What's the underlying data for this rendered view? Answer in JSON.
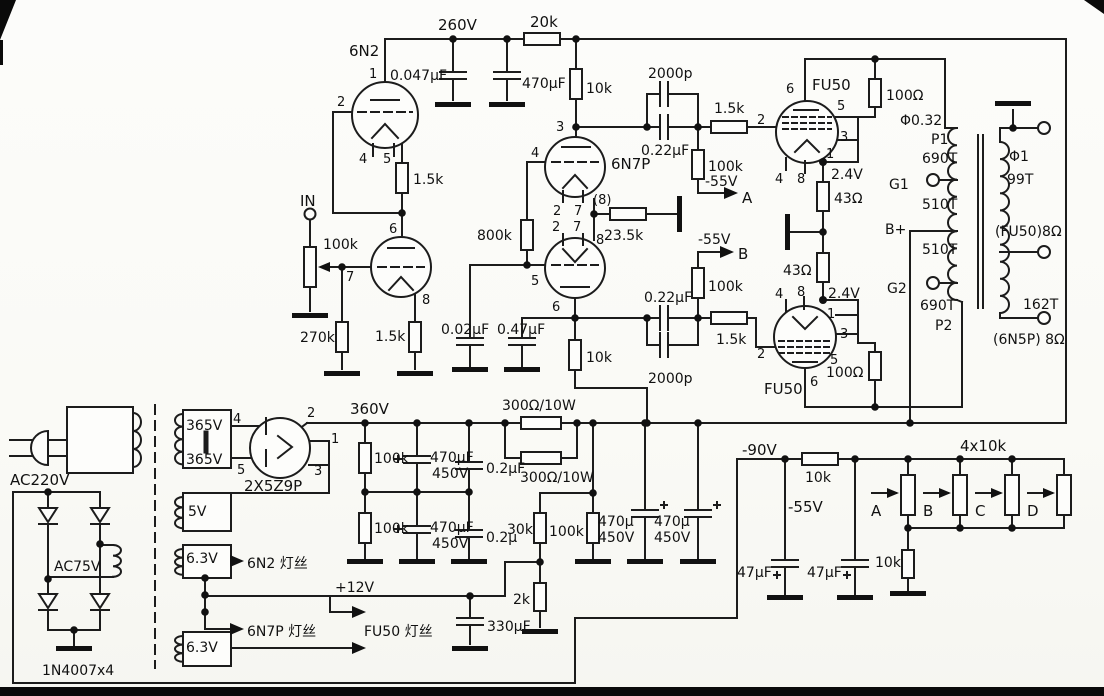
{
  "colors": {
    "ink": "#1c1c1c",
    "paper": "#fbfbf7"
  },
  "labels": {
    "amp": {
      "tube1": "6N2",
      "pin1": "1",
      "pin2": "2",
      "pin4": "4",
      "pin5": "5",
      "pin6": "6",
      "pin7": "7",
      "pin8": "8",
      "c_plate": "0.047μF",
      "v_rail": "260V",
      "r_rail": "20k",
      "c_filter": "470μF",
      "rk1": "1.5k",
      "rk2": "1.5k",
      "input": "IN",
      "pot": "100k",
      "r_grid": "270k",
      "r_plate2": "10k",
      "tube2": "6N7P",
      "t2_pin3": "3",
      "t2_pin4": "4",
      "t2_pin2a": "2",
      "t2_pin7a": "7",
      "t2_pin8a": "(8)",
      "t2_pin2b": "2",
      "t2_pin7b": "7",
      "t2_pin8b": "8",
      "t2_pin5": "5",
      "t2_pin6": "6",
      "rk_shared": "23.5k",
      "r_fb": "800k",
      "c1": "0.02μF",
      "c2": "0.47μF",
      "r_plate3": "10k",
      "cp1": "2000p",
      "cc1": "0.22μF",
      "rg1": "1.5k",
      "rb1": "100k",
      "bias1": "-55V",
      "pa": "A",
      "cp2": "2000p",
      "cc2": "0.22μF",
      "rg2": "1.5k",
      "rb2": "100k",
      "bias2": "-55V",
      "pb": "B"
    },
    "out": {
      "tube_top": "FU50",
      "tp6": "6",
      "tp2": "2",
      "tp5": "5",
      "tp3": "3",
      "tp1": "1",
      "tp4": "4",
      "tp8": "8",
      "tube_bot": "FU50",
      "bp4": "4",
      "bp8": "8",
      "bp1": "1",
      "bp3": "3",
      "bp5": "5",
      "bp2": "2",
      "bp6": "6",
      "rs1": "100Ω",
      "rs2": "100Ω",
      "rk1": "43Ω",
      "rk2": "43Ω",
      "vk1": "2.4V",
      "vk2": "2.4V",
      "wire": "Φ0.32",
      "p1": "P1",
      "n690a": "690T",
      "g1": "G1",
      "n510a": "510T",
      "bplus": "B+",
      "n510b": "510T",
      "g2": "G2",
      "n690b": "690T",
      "p2": "P2",
      "sec_wire": "Φ1",
      "n99": "99T",
      "tap1": "(FU50)8Ω",
      "n162": "162T",
      "tap2": "(6N5P) 8Ω"
    },
    "psu": {
      "mains": "AC220V",
      "hv1": "365V",
      "hv2": "365V",
      "rect": "2X5Z9P",
      "rp4": "4",
      "rp5": "5",
      "rp2": "2",
      "rp1": "1",
      "rp3": "3",
      "v360": "360V",
      "w5v": "5V",
      "ac75": "AC75V",
      "diodes": "1N4007x4",
      "w63a": "6.3V",
      "w63b": "6.3V",
      "fil1": "6N2 灯丝",
      "fil2": "6N7P 灯丝",
      "fil3": "FU50 灯丝",
      "v12": "+12V",
      "rb1": "100k",
      "rb2": "100k",
      "cf1": "470μF",
      "cf1v": "450V",
      "cf2": "470μF",
      "cf2v": "450V",
      "cs1": "0.2μF",
      "cs2": "0.2μ",
      "rd1": "300Ω/10W",
      "rd2": "300Ω/10W",
      "r30k": "30k",
      "r100k": "100k",
      "cf3": "470μ",
      "cf3v": "450V",
      "cf4": "470μ",
      "cf4v": "450V",
      "r2k": "2k",
      "c330": "330μF"
    },
    "bias": {
      "v90": "-90V",
      "r10k": "10k",
      "v55": "-55V",
      "c47a": "47μF",
      "c47b": "47μF",
      "pots": "4x10k",
      "pa": "A",
      "pb": "B",
      "pc": "C",
      "pd": "D",
      "r10kb": "10k"
    }
  }
}
